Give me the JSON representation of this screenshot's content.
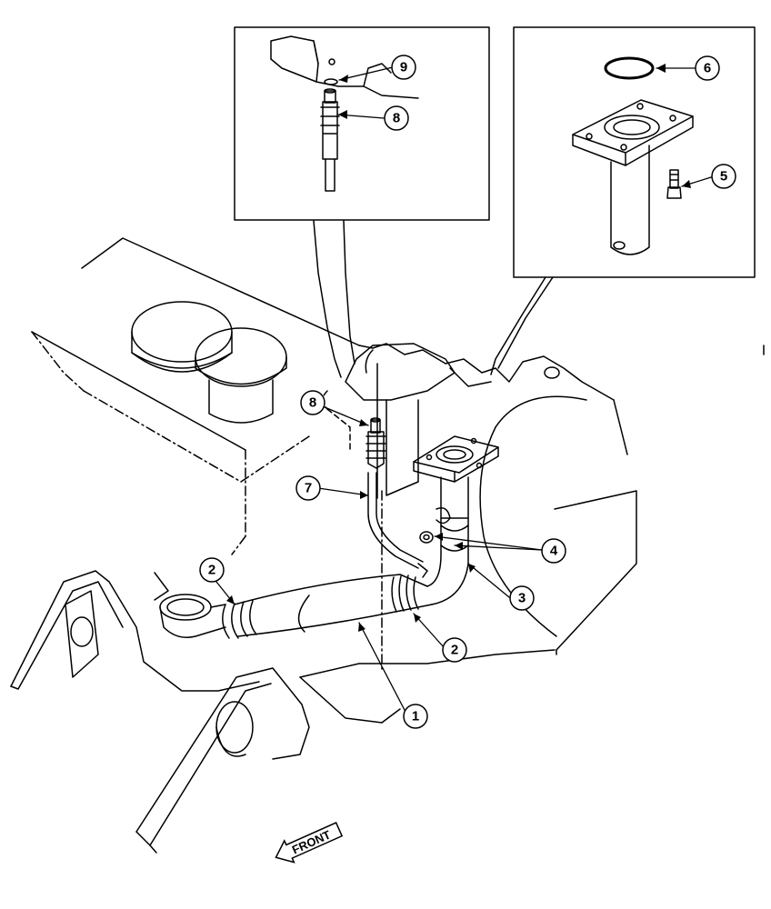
{
  "callouts": {
    "c1": "1",
    "c2a": "2",
    "c2b": "2",
    "c3": "3",
    "c4": "4",
    "c5": "5",
    "c6": "6",
    "c7": "7",
    "c8a": "8",
    "c8b": "8",
    "c9": "9"
  },
  "front_label": "FRONT",
  "colors": {
    "line": "#000000",
    "background": "#ffffff"
  }
}
